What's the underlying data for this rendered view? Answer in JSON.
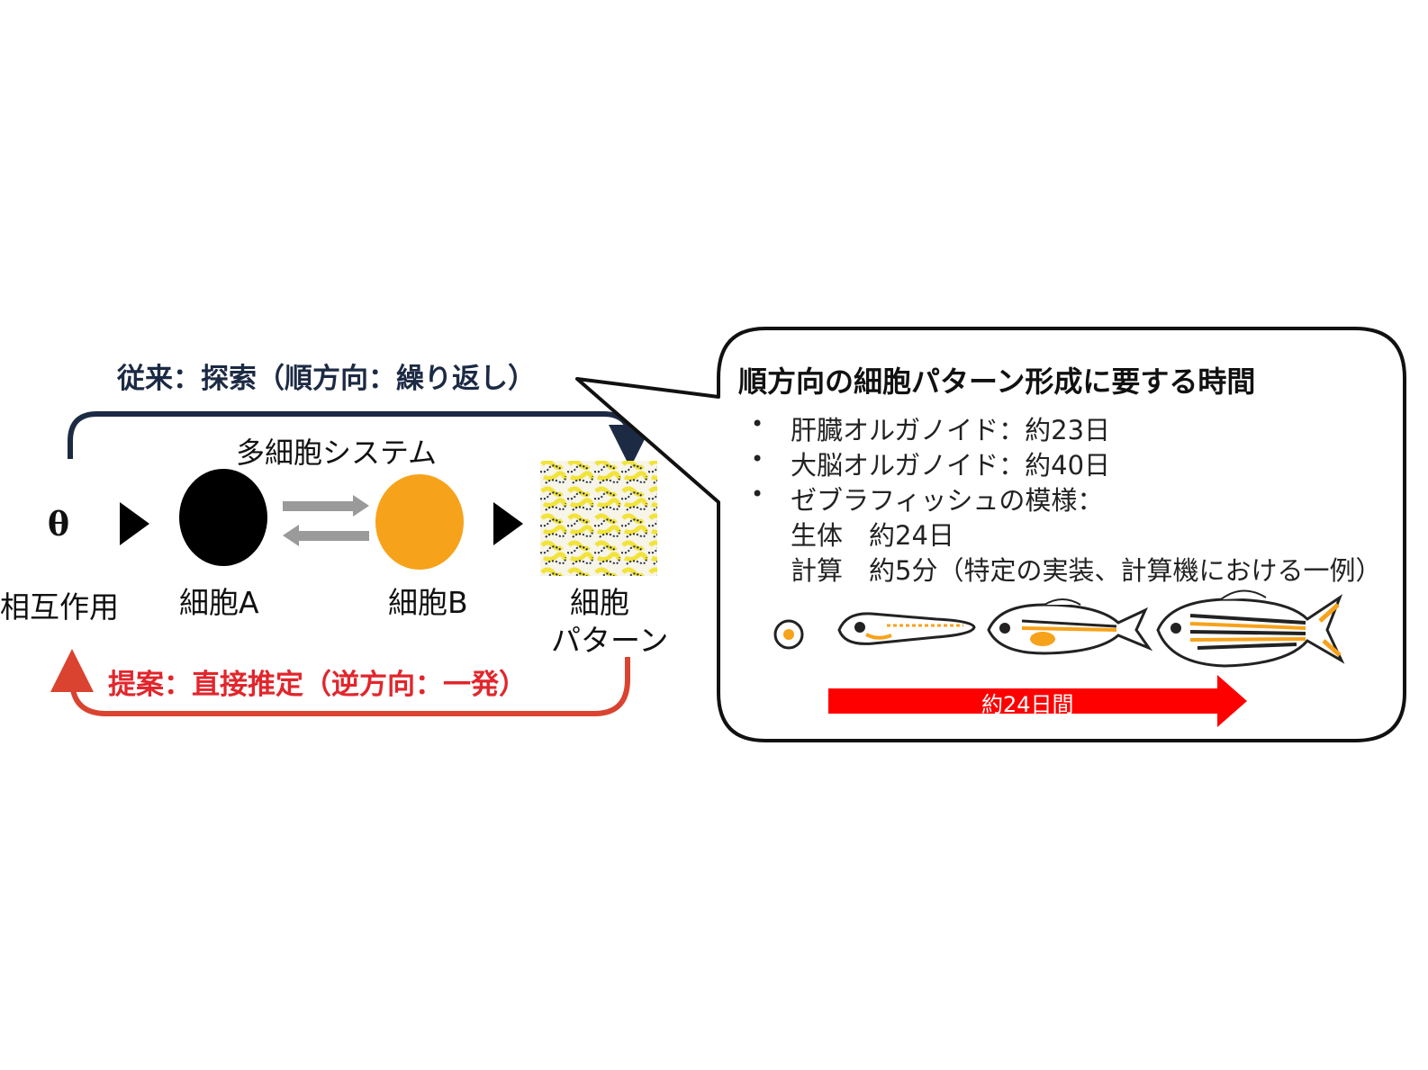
{
  "colors": {
    "forward_arrow": "#1c2a44",
    "inverse_arrow": "#d9432f",
    "cell_a": "#000000",
    "cell_b": "#f7a21b",
    "exchange_arrow": "#9a9a9a",
    "timeline_arrow": "#ff0000",
    "pattern_yellow": "#f2e33a"
  },
  "diagram": {
    "forward_label": "従来：探索（順方向：繰り返し）",
    "inverse_label": "提案：直接推定（逆方向：一発）",
    "system_label": "多細胞システム",
    "theta_symbol": "θ",
    "theta_caption": "相互作用",
    "cell_a_label": "細胞A",
    "cell_b_label": "細胞B",
    "pattern_label_line1": "細胞",
    "pattern_label_line2": "パターン"
  },
  "bubble": {
    "title": "順方向の細胞パターン形成に要する時間",
    "items": [
      "肝臓オルガノイド：約23日",
      "大脳オルガノイド：約40日",
      "ゼブラフィッシュの模様："
    ],
    "sub_items": [
      "生体　約24日",
      "計算　約5分（特定の実装、計算機における一例）"
    ],
    "timeline_label": "約24日間"
  }
}
